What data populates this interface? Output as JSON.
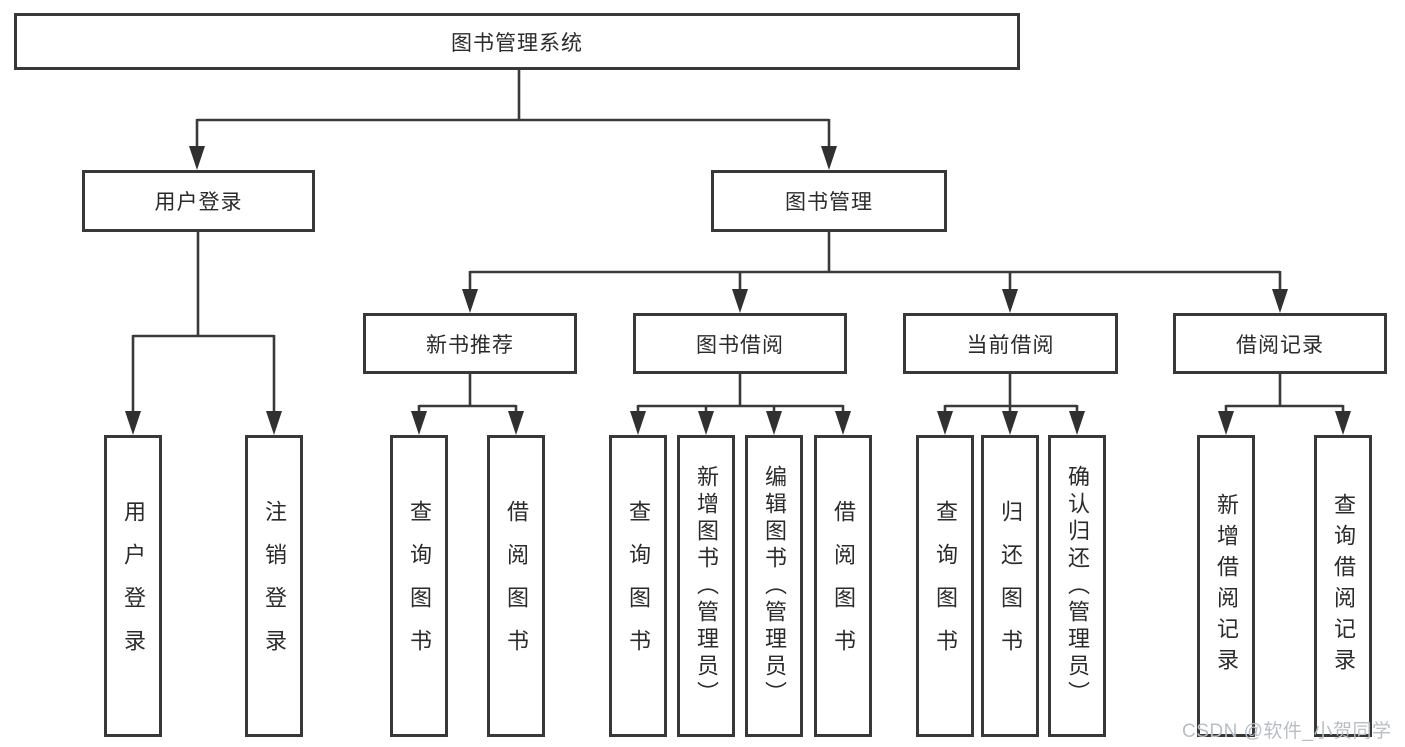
{
  "tree": {
    "root": {
      "label": "图书管理系统",
      "children": [
        {
          "label": "用户登录",
          "children": [
            {
              "label": "用户登录"
            },
            {
              "label": "注销登录"
            }
          ]
        },
        {
          "label": "图书管理",
          "children": [
            {
              "label": "新书推荐",
              "children": [
                {
                  "label": "查询图书"
                },
                {
                  "label": "借阅图书"
                }
              ]
            },
            {
              "label": "图书借阅",
              "children": [
                {
                  "label": "查询图书"
                },
                {
                  "label": "新增图书（管理员）"
                },
                {
                  "label": "编辑图书（管理员）"
                },
                {
                  "label": "借阅图书"
                }
              ]
            },
            {
              "label": "当前借阅",
              "children": [
                {
                  "label": "查询图书"
                },
                {
                  "label": "归还图书"
                },
                {
                  "label": "确认归还（管理员）"
                }
              ]
            },
            {
              "label": "借阅记录",
              "children": [
                {
                  "label": "新增借阅记录"
                },
                {
                  "label": "查询借阅记录"
                }
              ]
            }
          ]
        }
      ]
    }
  },
  "watermark": {
    "text": "CSDN @软件_小贺同学"
  },
  "colors": {
    "line": "#3a3a3a",
    "box_border": "#383838",
    "text": "#2b2b2b",
    "background": "#ffffff",
    "watermark": "#b9bec4"
  }
}
